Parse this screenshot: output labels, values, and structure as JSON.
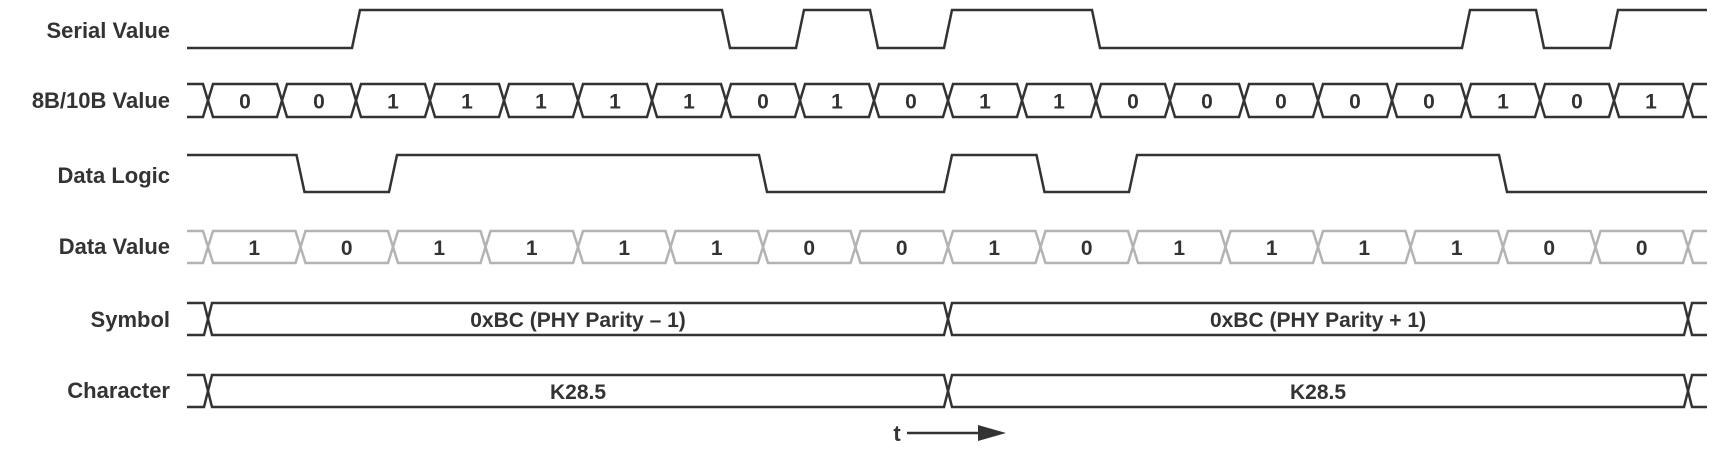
{
  "rows": {
    "serial_value": {
      "label": "Serial Value",
      "bits": [
        0,
        0,
        1,
        1,
        1,
        1,
        1,
        0,
        1,
        0,
        1,
        1,
        0,
        0,
        0,
        0,
        0,
        1,
        0,
        1
      ]
    },
    "encoded_value": {
      "label": "8B/10B Value",
      "bits": [
        "0",
        "0",
        "1",
        "1",
        "1",
        "1",
        "1",
        "0",
        "1",
        "0",
        "1",
        "1",
        "0",
        "0",
        "0",
        "0",
        "0",
        "1",
        "0",
        "1"
      ]
    },
    "data_logic": {
      "label": "Data Logic",
      "bits": [
        1,
        0,
        1,
        1,
        1,
        1,
        0,
        0,
        1,
        0,
        1,
        1,
        1,
        1,
        0,
        0
      ]
    },
    "data_value": {
      "label": "Data Value",
      "bits": [
        "1",
        "0",
        "1",
        "1",
        "1",
        "1",
        "0",
        "0",
        "1",
        "0",
        "1",
        "1",
        "1",
        "1",
        "0",
        "0"
      ]
    },
    "symbol": {
      "label": "Symbol",
      "segments": [
        "0xBC (PHY Parity – 1)",
        "0xBC (PHY Parity + 1)"
      ]
    },
    "character": {
      "label": "Character",
      "segments": [
        "K28.5",
        "K28.5"
      ]
    }
  },
  "time_axis": {
    "label": "t"
  },
  "colors": {
    "line": "#333333",
    "data_value_line": "#b3b3b3",
    "text": "#333333"
  }
}
